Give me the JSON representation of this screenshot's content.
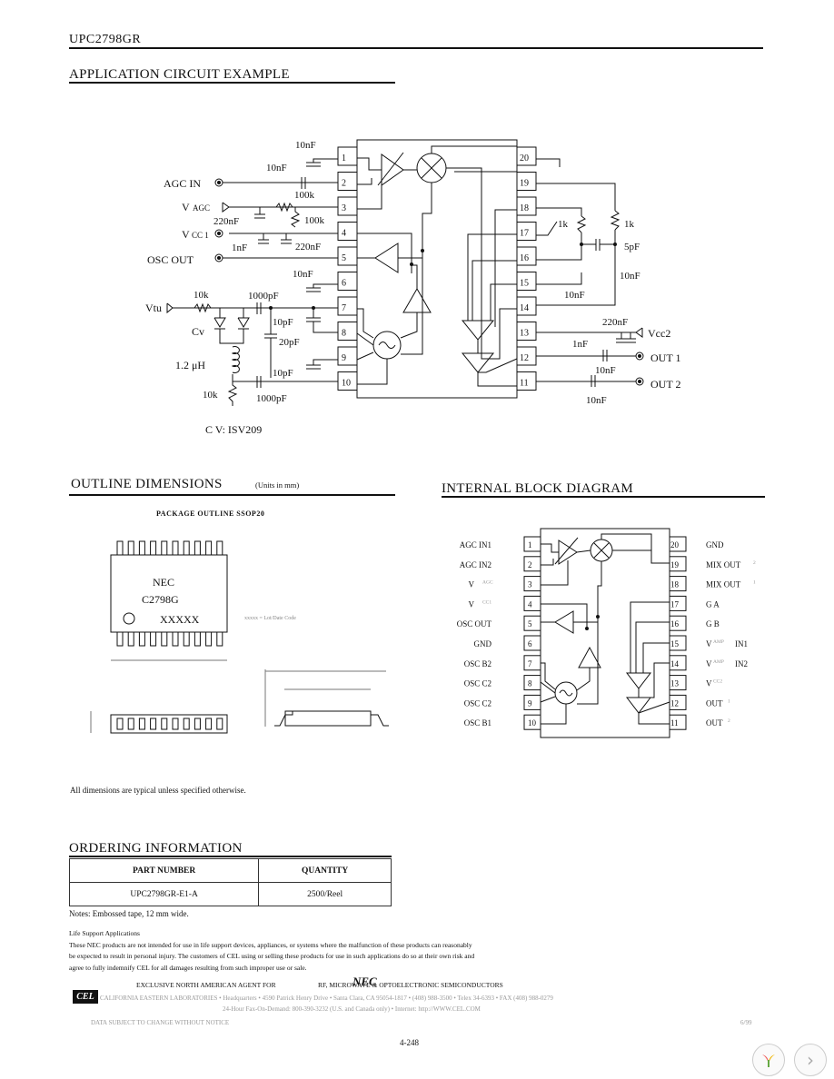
{
  "header": {
    "part": "UPC2798GR"
  },
  "app_circuit": {
    "title": "APPLICATION CIRCUIT EXAMPLE",
    "left_pins": [
      "1",
      "2",
      "3",
      "4",
      "5",
      "6",
      "7",
      "8",
      "9",
      "10"
    ],
    "right_pins": [
      "20",
      "19",
      "18",
      "17",
      "16",
      "15",
      "14",
      "13",
      "12",
      "11"
    ],
    "labels": {
      "agc_in": "AGC IN",
      "v": "V",
      "agc": "AGC",
      "vcc1_v": "V",
      "vcc1_cc": "CC 1",
      "osc_out": "OSC OUT",
      "vtu": "Vtu",
      "cv": "Cv",
      "mu_h": "1.2  μH",
      "cv_part": "C V: ISV209",
      "vcc2": "Vcc2",
      "out1": "OUT 1",
      "out2": "OUT 2",
      "c_10nf_a": "10nF",
      "c_10nf_b": "10nF",
      "r_100k_a": "100k",
      "r_100k_b": "100k",
      "c_220nf_a": "220nF",
      "c_1nf_a": "1nF",
      "c_220nf_b": "220nF",
      "c_10nf_c": "10nF",
      "r_10k_a": "10k",
      "c_1000pf_a": "1000pF",
      "c_10pf_a": "10pF",
      "c_20pf": "20pF",
      "c_10pf_b": "10pF",
      "r_10k_b": "10k",
      "c_1000pf_b": "1000pF",
      "r_1k_a": "1k",
      "r_1k_b": "1k",
      "c_5pf": "5pF",
      "c_10nf_d": "10nF",
      "c_10nf_e": "10nF",
      "c_220nf_c": "220nF",
      "c_1nf_b": "1nF",
      "c_10nf_f": "10nF",
      "c_10nf_g": "10nF"
    }
  },
  "outline": {
    "title": "OUTLINE DIMENSIONS",
    "units": "(Units in mm)",
    "package": "PACKAGE OUTLINE SSOP20",
    "chip_l1": "NEC",
    "chip_l2": "C2798G",
    "chip_l3": "XXXXX",
    "lot_note": "xxxxx = Lot/Date Code",
    "note": "All dimensions are typical unless specified otherwise."
  },
  "block": {
    "title": "INTERNAL BLOCK DIAGRAM",
    "left": [
      {
        "pin": "1",
        "name": "AGC IN1",
        "sub": ""
      },
      {
        "pin": "2",
        "name": "AGC IN2",
        "sub": ""
      },
      {
        "pin": "3",
        "name": "V",
        "sub": "AGC"
      },
      {
        "pin": "4",
        "name": "V",
        "sub": "CC1"
      },
      {
        "pin": "5",
        "name": "OSC OUT",
        "sub": ""
      },
      {
        "pin": "6",
        "name": "GND",
        "sub": ""
      },
      {
        "pin": "7",
        "name": "OSC B2",
        "sub": ""
      },
      {
        "pin": "8",
        "name": "OSC C2",
        "sub": ""
      },
      {
        "pin": "9",
        "name": "OSC C2",
        "sub": ""
      },
      {
        "pin": "10",
        "name": "OSC B1",
        "sub": ""
      }
    ],
    "right": [
      {
        "pin": "20",
        "name": "GND",
        "sub": ""
      },
      {
        "pin": "19",
        "name": "MIX OUT",
        "sub": "2"
      },
      {
        "pin": "18",
        "name": "MIX OUT",
        "sub": "1"
      },
      {
        "pin": "17",
        "name": "G  A",
        "sub": ""
      },
      {
        "pin": "16",
        "name": "G  B",
        "sub": ""
      },
      {
        "pin": "15",
        "name": "V",
        "sub": "AMP",
        "extra": "IN1"
      },
      {
        "pin": "14",
        "name": "V",
        "sub": "AMP",
        "extra": "IN2"
      },
      {
        "pin": "13",
        "name": "V",
        "sub": "CC2"
      },
      {
        "pin": "12",
        "name": "OUT",
        "sub": "1"
      },
      {
        "pin": "11",
        "name": "OUT",
        "sub": "2"
      }
    ]
  },
  "ordering": {
    "title": "ORDERING INFORMATION",
    "headers": [
      "PART NUMBER",
      "QUANTITY"
    ],
    "rows": [
      [
        "UPC2798GR-E1-A",
        "2500/Reel"
      ]
    ],
    "notes": "Notes: Embossed tape, 12 mm wide."
  },
  "legal": {
    "heading": "Life Support Applications",
    "lines": [
      "These NEC products are not intended for use in life support devices, appliances, or systems where the malfunction of these products can reasonably",
      "be expected to result in personal injury. The customers of CEL using or selling these products for use in such applications do so at their own risk and",
      "agree to fully indemnify CEL for all damages resulting from such improper use or sale."
    ]
  },
  "footer": {
    "cel_logo": "CEL",
    "agent": "EXCLUSIVE NORTH AMERICAN AGENT FOR",
    "rf": "RF, MICROWAVE & OPTOELECTRONIC SEMICONDUCTORS",
    "nec_logo": "NEC",
    "address": "CALIFORNIA EASTERN LABORATORIES • Headquarters • 4590 Patrick Henry Drive • Santa Clara, CA 95054-1817 • (408) 988-3500 • Telex 34-6393 • FAX (408) 988-0279",
    "fax": "24-Hour Fax-On-Demand: 800-390-3232 (U.S. and Canada only) • Internet: http://WWW.CEL.COM",
    "change": "DATA SUBJECT TO CHANGE WITHOUT NOTICE",
    "date": "6/99",
    "page": "4-248"
  }
}
